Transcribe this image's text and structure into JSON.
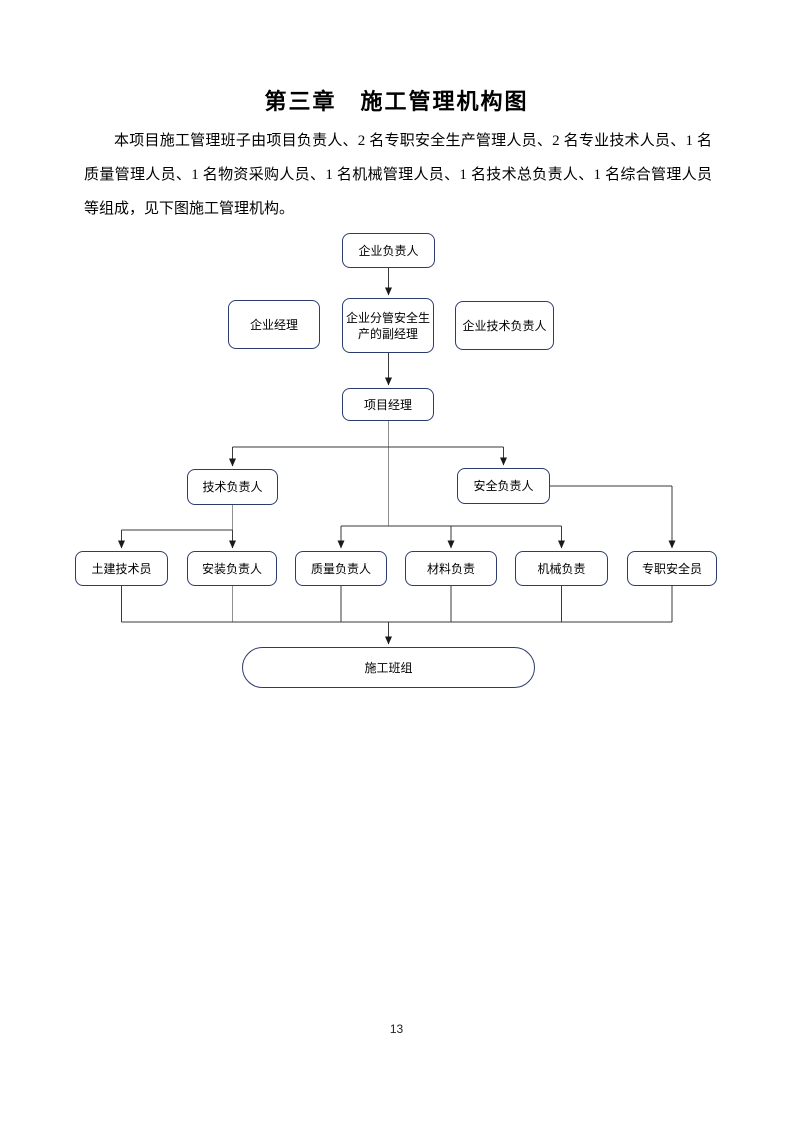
{
  "page": {
    "number": "13"
  },
  "header": {
    "title": "第三章　施工管理机构图"
  },
  "paragraph": {
    "text": "本项目施工管理班子由项目负责人、2 名专职安全生产管理人员、2 名专业技术人员、1 名质量管理人员、1 名物资采购人员、1 名机械管理人员、1 名技术总负责人、1 名综合管理人员等组成，见下图施工管理机构。"
  },
  "colors": {
    "node_border": "#2c3c6e",
    "line_dark": "#3a3a3a",
    "line_gray": "#8f8f8f",
    "text": "#000000",
    "page_bg": "#ffffff"
  },
  "chart": {
    "type": "org-chart",
    "nodes": {
      "qiye_fuzeren": "企业负责人",
      "qiye_jingli": "企业经理",
      "fenguan_fujingli": "企业分管安全生产的副经理",
      "qiye_jishu_fuzeren": "企业技术负责人",
      "xiangmu_jingli": "项目经理",
      "jishu_fuzeren": "技术负责人",
      "anquan_fuzeren": "安全负责人",
      "tujian_jishuyuan": "土建技术员",
      "anzhuang_fuzeren": "安装负责人",
      "zhiliang_fuzeren": "质量负责人",
      "cailiao_fuze": "材料负责",
      "jixie_fuze": "机械负责",
      "zhuanzhi_anquanyuan": "专职安全员",
      "shigong_banzu": "施工班组"
    },
    "edges": [
      {
        "from": "qiye_fuzeren",
        "to": "fenguan_fujingli"
      },
      {
        "from": "fenguan_fujingli",
        "to": "xiangmu_jingli"
      },
      {
        "from": "xiangmu_jingli",
        "to": "jishu_fuzeren"
      },
      {
        "from": "xiangmu_jingli",
        "to": "anquan_fuzeren"
      },
      {
        "from": "xiangmu_jingli",
        "to": "zhiliang_fuzeren"
      },
      {
        "from": "xiangmu_jingli",
        "to": "cailiao_fuze"
      },
      {
        "from": "xiangmu_jingli",
        "to": "jixie_fuze"
      },
      {
        "from": "jishu_fuzeren",
        "to": "tujian_jishuyuan"
      },
      {
        "from": "jishu_fuzeren",
        "to": "anzhuang_fuzeren"
      },
      {
        "from": "anquan_fuzeren",
        "to": "zhuanzhi_anquanyuan"
      },
      {
        "from": "tujian_jishuyuan",
        "to": "shigong_banzu"
      },
      {
        "from": "anzhuang_fuzeren",
        "to": "shigong_banzu"
      },
      {
        "from": "zhiliang_fuzeren",
        "to": "shigong_banzu"
      },
      {
        "from": "cailiao_fuze",
        "to": "shigong_banzu"
      },
      {
        "from": "jixie_fuze",
        "to": "shigong_banzu"
      },
      {
        "from": "zhuanzhi_anquanyuan",
        "to": "shigong_banzu"
      }
    ]
  }
}
